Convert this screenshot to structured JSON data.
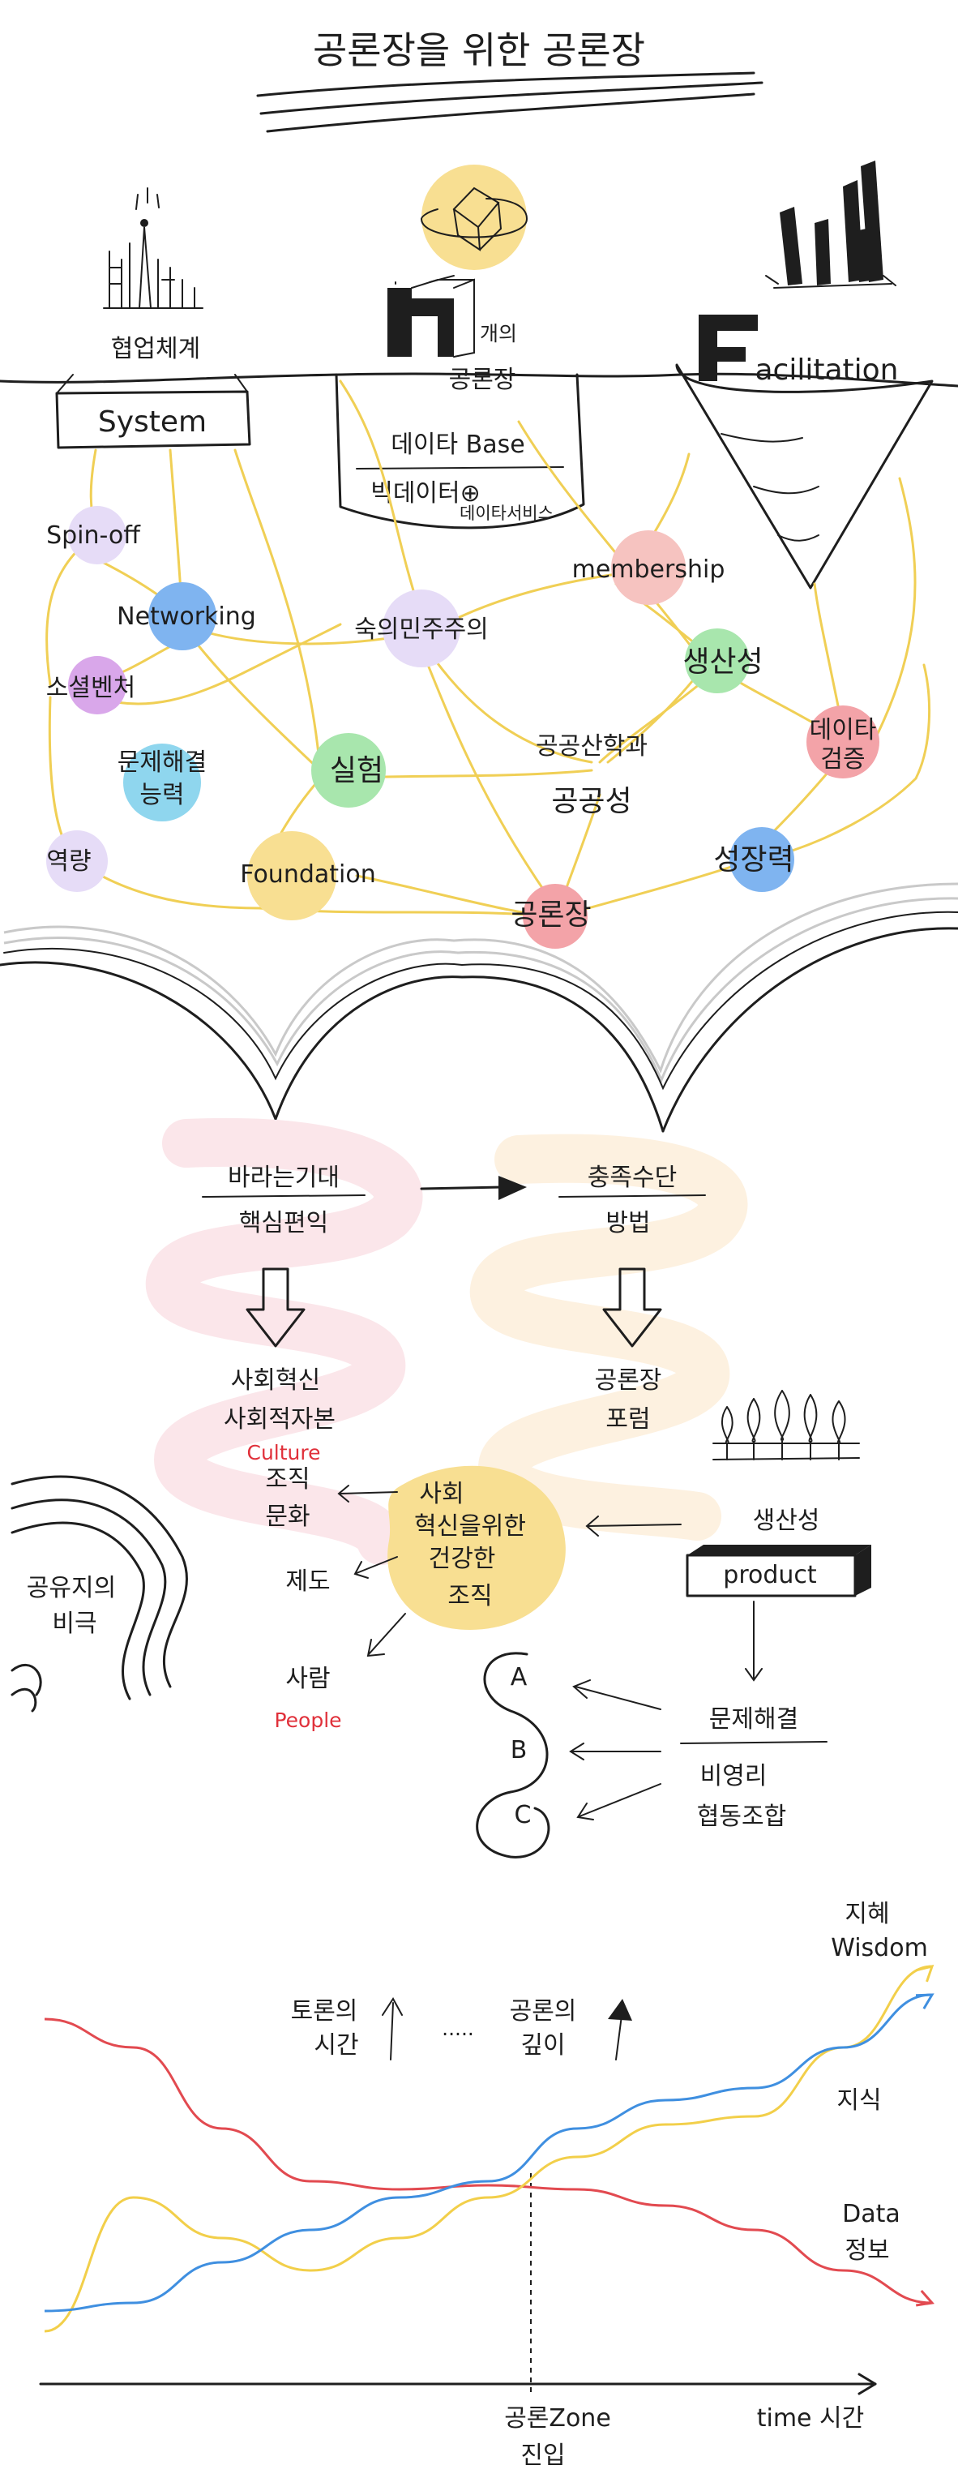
{
  "title": "공론장을 위한 공론장",
  "colors": {
    "purple": "#e6dcf7",
    "blue": "#7fb4f0",
    "pink": "#d9a7ea",
    "green": "#a8e6ad",
    "yellow": "#f8df92",
    "salmon": "#f6c3c0",
    "red": "#f3a3a8",
    "cyan": "#8fd6ee",
    "connector": "#f0cf55",
    "chart_red": "#e24a50",
    "chart_blue": "#3f8fe0",
    "chart_yellow": "#f2cf4a"
  },
  "top": {
    "system_caption": "협업체계",
    "system_label": "System",
    "n_caption": "개의",
    "n_label": "공론장",
    "n_db1": "데이타 Base",
    "n_db2": "빅데이터⊕",
    "n_db3": "데이타서비스",
    "facilitation_label": "acilitation"
  },
  "nodes": {
    "spin_off": "Spin-off",
    "networking": "Networking",
    "social_venture": "소셜벤처",
    "problem_solving_1": "문제해결",
    "problem_solving_2": "능력",
    "capacity": "역량",
    "deliberative_democracy": "숙의민주주의",
    "membership": "membership",
    "productivity": "생산성",
    "experiment": "실험",
    "public_sci_1": "공공산학과",
    "public_sci_2": "공공성",
    "data_verify_1": "데이타",
    "data_verify_2": "검증",
    "growth": "성장력",
    "foundation": "Foundation",
    "public_forum": "공론장"
  },
  "middle": {
    "expectation_1": "바라는기대",
    "expectation_2": "핵심편익",
    "means_1": "충족수단",
    "means_2": "방법",
    "social_1": "사회혁신",
    "social_2": "사회적자본",
    "culture_en": "Culture",
    "org": "조직",
    "culture_ko": "문화",
    "system": "제도",
    "people_ko": "사람",
    "people_en": "People",
    "center_1": "사회",
    "center_2": "혁신을위한",
    "center_3": "건강한",
    "center_4": "조직",
    "forum_1": "공론장",
    "forum_2": "포럼",
    "productivity": "생산성",
    "product": "product",
    "commons_1": "공유지의",
    "commons_2": "비극",
    "problem": "문제해결",
    "np_1": "비영리",
    "np_2": "협동조합",
    "option_a": "A",
    "option_b": "B",
    "option_c": "C"
  },
  "chart_data": {
    "type": "line",
    "title": "",
    "xlabel": "time 시간",
    "ylabel": "",
    "x_marker_label_1": "공론Zone",
    "x_marker_label_2": "진입",
    "annotation_1a": "토론의",
    "annotation_1b": "시간",
    "annotation_dots": ".....",
    "annotation_2a": "공론의",
    "annotation_2b": "깊이",
    "series": [
      {
        "name_1": "Data",
        "name_2": "정보",
        "color": "#e24a50",
        "values": [
          0.82,
          0.75,
          0.55,
          0.42,
          0.4,
          0.41,
          0.4,
          0.36,
          0.3,
          0.2,
          0.12
        ]
      },
      {
        "name_1": "지혜",
        "name_2": "Wisdom",
        "color": "#f2cf4a",
        "values": [
          0.05,
          0.38,
          0.28,
          0.2,
          0.28,
          0.38,
          0.48,
          0.56,
          0.58,
          0.75,
          0.95
        ]
      },
      {
        "name_1": "지식",
        "name_2": "",
        "color": "#3f8fe0",
        "values": [
          0.1,
          0.12,
          0.22,
          0.3,
          0.38,
          0.42,
          0.55,
          0.62,
          0.65,
          0.75,
          0.88
        ]
      }
    ]
  }
}
